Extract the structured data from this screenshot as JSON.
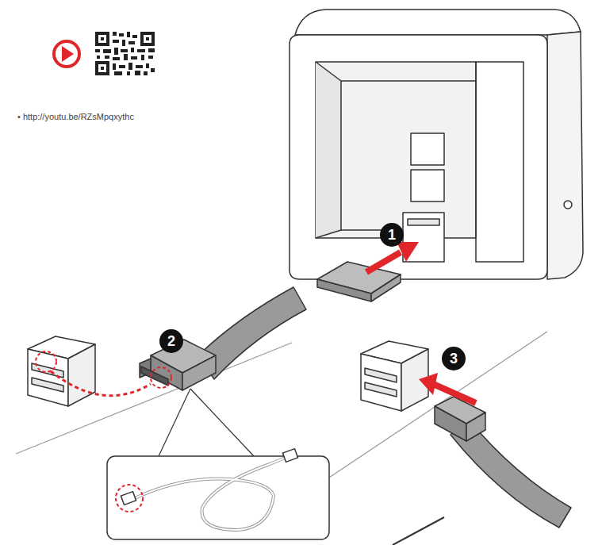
{
  "diagram": {
    "labels": [
      "• http://youtu.be/RZsMpqxythc",
      "1",
      "2",
      "3"
    ]
  }
}
